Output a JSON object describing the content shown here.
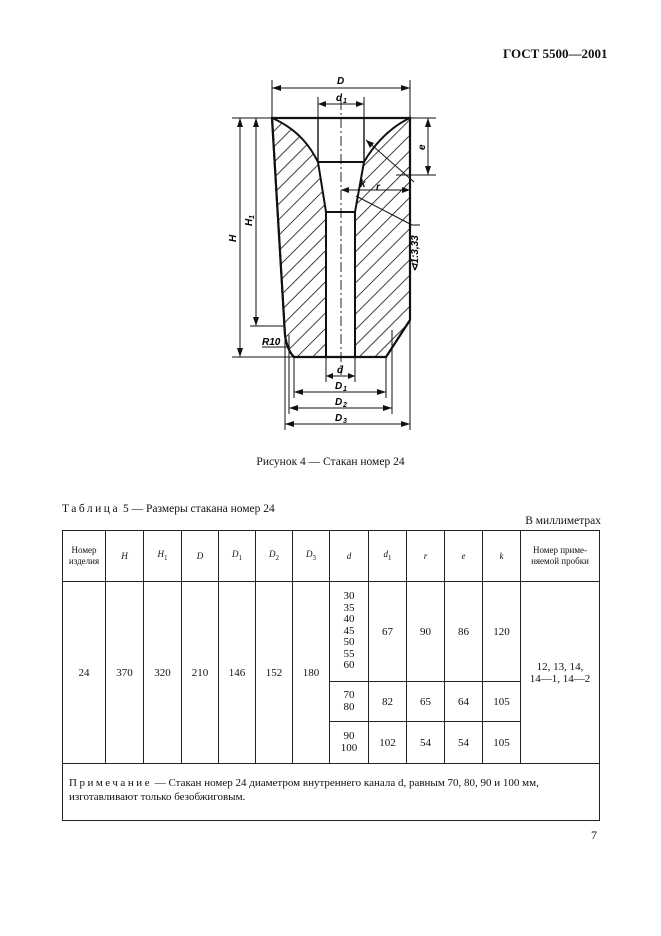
{
  "header": {
    "standard": "ГОСТ 5500—2001"
  },
  "figure": {
    "caption": "Рисунок 4 — Стакан номер 24",
    "labels": {
      "D": "D",
      "d1": "d",
      "d1_sub": "1",
      "H": "H",
      "H1": "H",
      "H1_sub": "1",
      "e": "e",
      "k": "k",
      "r": "r",
      "taper": "⊲1:3,33",
      "R10": "R10",
      "d": "d",
      "D1": "D",
      "D1_sub": "1",
      "D2": "D",
      "D2_sub": "2",
      "D3": "D",
      "D3_sub": "3"
    }
  },
  "table": {
    "title_prefix": "Таблица",
    "title_rest": "5 — Размеры стакана номер 24",
    "units": "В миллиметрах",
    "headers": {
      "item_no": [
        "Номер",
        "изделия"
      ],
      "H": "H",
      "H1": "H",
      "H1_sub": "1",
      "D": "D",
      "D1": "D",
      "D1_sub": "1",
      "D2": "D",
      "D2_sub": "2",
      "D3": "D",
      "D3_sub": "3",
      "d": "d",
      "d1": "d",
      "d1_sub": "1",
      "r": "r",
      "e": "e",
      "k": "k",
      "plug": [
        "Номер приме-",
        "няемой пробки"
      ]
    },
    "common": {
      "item_no": "24",
      "H": "370",
      "H1": "320",
      "D": "210",
      "D1": "146",
      "D2": "152",
      "D3": "180",
      "plug": [
        "12, 13, 14,",
        "14—1, 14—2"
      ]
    },
    "groups": [
      {
        "d": [
          "30",
          "35",
          "40",
          "45",
          "50",
          "55",
          "60"
        ],
        "d1": "67",
        "r": "90",
        "e": "86",
        "k": "120"
      },
      {
        "d": [
          "70",
          "80"
        ],
        "d1": "82",
        "r": "65",
        "e": "64",
        "k": "105"
      },
      {
        "d": [
          "90",
          "100"
        ],
        "d1": "102",
        "r": "54",
        "e": "54",
        "k": "105"
      }
    ],
    "note_label": "Примечание",
    "note_text": " — Стакан номер 24 диаметром внутреннего канала d, равным 70, 80, 90 и 100 мм, изготавливают только безобжиговым."
  },
  "page_number": "7"
}
